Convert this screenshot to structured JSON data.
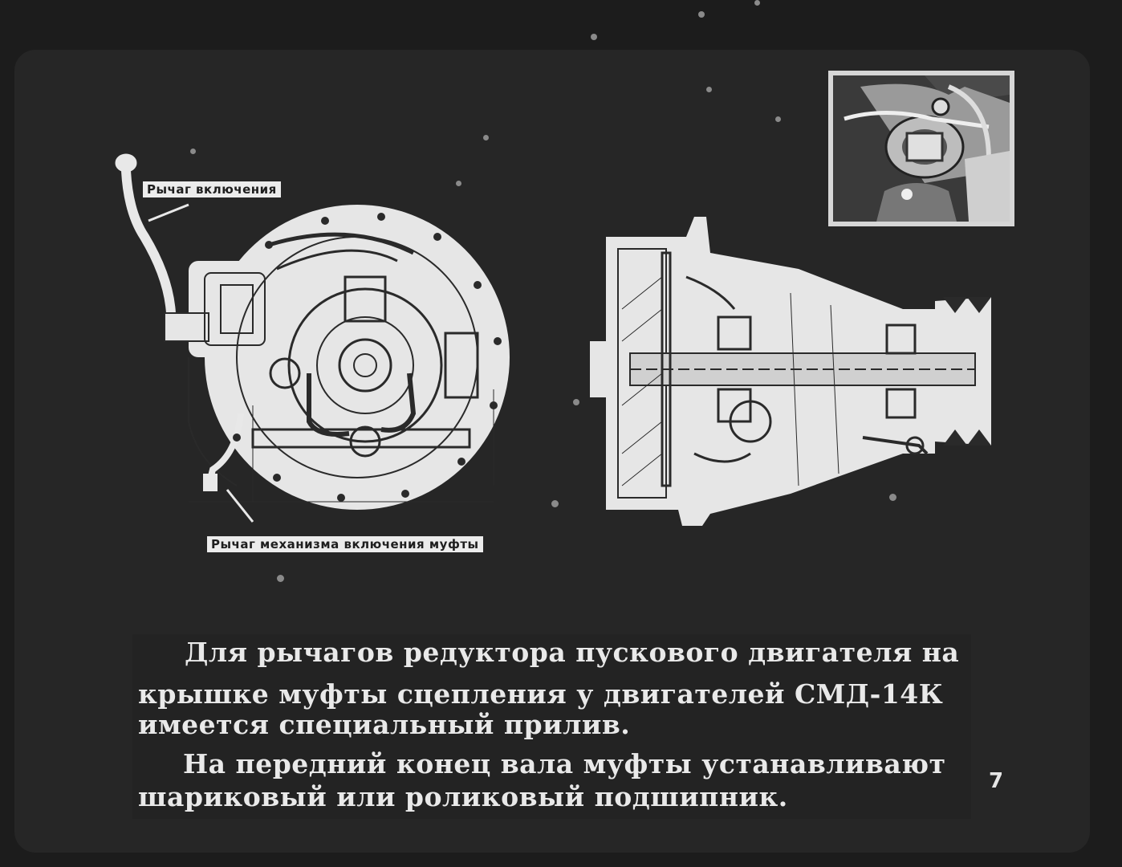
{
  "labels": {
    "lever_engage": "Рычаг включения",
    "lever_clutch_mechanism": "Рычаг механизма включения муфты"
  },
  "caption": {
    "lines": [
      "Для рычагов редуктора пускового двигателя на",
      "крышке муфты сцепления у двигателей СМД-14К",
      "имеется специальный прилив.",
      "На передний конец вала муфты устанавливают",
      "шариковый или роликовый подшипник."
    ]
  },
  "page_number": "7",
  "colors": {
    "background": "#1c1c1c",
    "frame": "#262626",
    "drawing": "#e8e8e8",
    "ink": "#2a2a2a",
    "text": "#e9e9e9"
  }
}
